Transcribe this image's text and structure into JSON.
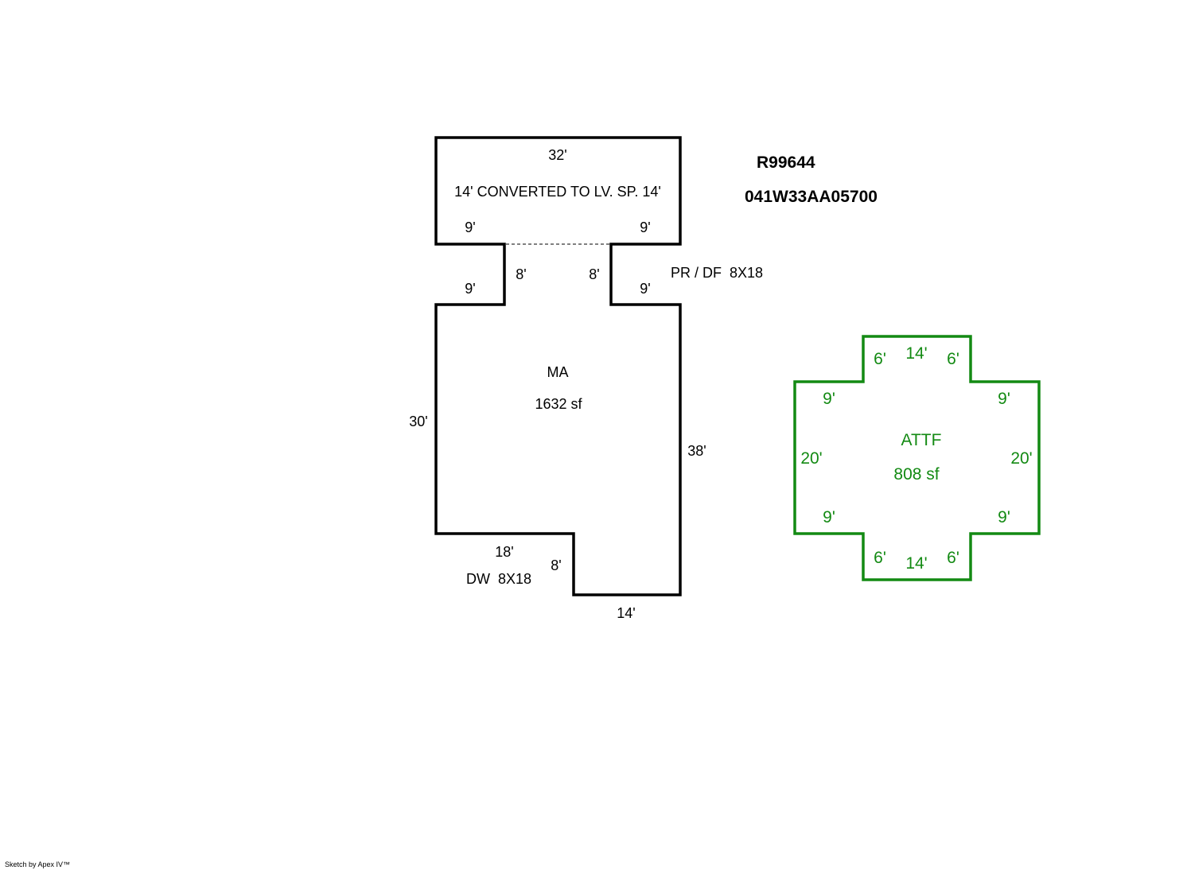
{
  "header": {
    "account_id": "R99644",
    "map_tax_lot": "041W33AA05700"
  },
  "main_structure": {
    "code": "MA",
    "area": "1632 sf",
    "color": "#000000",
    "labels": {
      "top_width": "32'",
      "converted_note": "14' CONVERTED TO LV. SP. 14'",
      "upper_left_step": "9'",
      "upper_right_step": "9'",
      "notch_left_height": "8'",
      "notch_right_height": "8'",
      "lower_left_step": "9'",
      "lower_right_step": "9'",
      "left_side": "30'",
      "right_side": "38'",
      "bottom_step_width": "18'",
      "bottom_step_height": "8'",
      "bottom_width": "14'"
    }
  },
  "annotations": {
    "porch_deck": "PR / DF  8X18",
    "driveway": "DW  8X18"
  },
  "attached_structure": {
    "code": "ATTF",
    "area": "808 sf",
    "color": "#138a13",
    "labels": {
      "top_width": "14'",
      "top_left_notch": "6'",
      "top_right_notch": "6'",
      "upper_left_shoulder": "9'",
      "upper_right_shoulder": "9'",
      "left_side": "20'",
      "right_side": "20'",
      "lower_left_shoulder": "9'",
      "lower_right_shoulder": "9'",
      "bottom_left_notch": "6'",
      "bottom_right_notch": "6'",
      "bottom_width": "14'"
    }
  },
  "footer": {
    "credit": "Sketch by Apex IV™"
  }
}
